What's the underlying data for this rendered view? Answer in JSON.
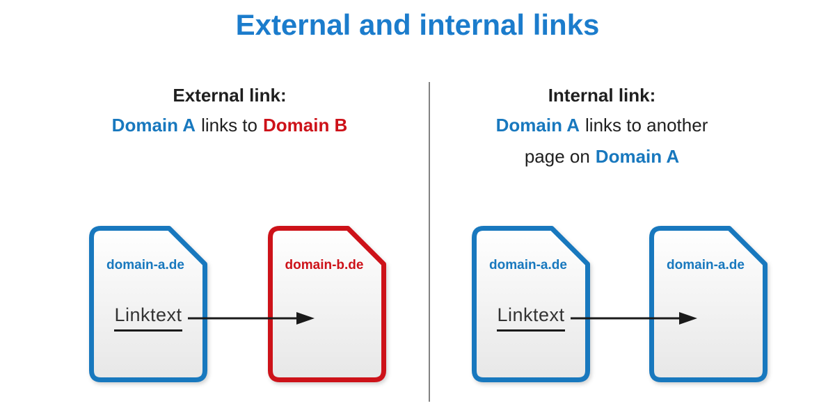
{
  "title": "External and internal links",
  "colors": {
    "title-blue": "#1b7ccc",
    "blue": "#1878be",
    "red": "#cd1219",
    "dark": "#1f1f1f",
    "linktext": "#333333",
    "divider": "#828282",
    "doc-fill-top": "#ffffff",
    "doc-fill-bottom": "#e7e7e7",
    "arrow": "#1a1a1a"
  },
  "left": {
    "heading": "External link:",
    "subtitle": {
      "domain_a": "Domain A",
      "middle": "links to",
      "domain_b": "Domain B"
    },
    "source_doc": {
      "domain": "domain-a.de",
      "linktext": "Linktext"
    },
    "target_doc": {
      "domain": "domain-b.de"
    }
  },
  "right": {
    "heading": "Internal link:",
    "subtitle": {
      "domain_a": "Domain A",
      "line1_rest": "links to another",
      "line2_prefix": "page on",
      "domain_a2": "Domain A"
    },
    "source_doc": {
      "domain": "domain-a.de",
      "linktext": "Linktext"
    },
    "target_doc": {
      "domain": "domain-a.de"
    }
  }
}
